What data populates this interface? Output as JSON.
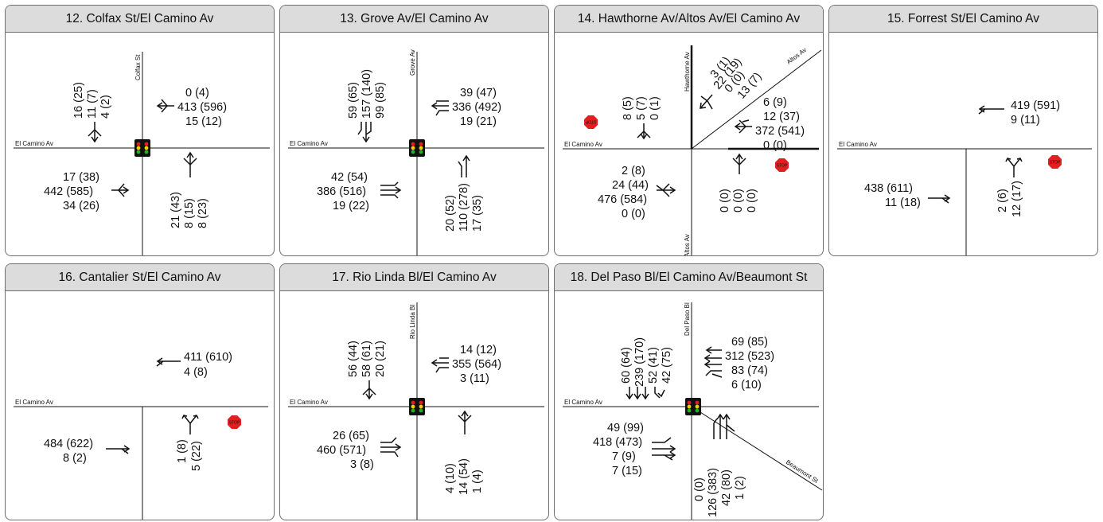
{
  "panels": [
    {
      "title": "12. Colfax St/El Camino Av",
      "main_street": "El Camino Av",
      "cross_street": "Colfax St",
      "control": "signal",
      "sb": [
        "16 (25)",
        "11 (7)",
        "4 (2)"
      ],
      "wb": [
        "0 (4)",
        "413 (596)",
        "15 (12)"
      ],
      "eb": [
        "17 (38)",
        "442 (585)",
        "34 (26)"
      ],
      "nb": [
        "21 (43)",
        "8 (15)",
        "8 (23)"
      ]
    },
    {
      "title": "13. Grove Av/El Camino Av",
      "main_street": "El Camino Av",
      "cross_street": "Grove Av",
      "control": "signal",
      "sb": [
        "59 (65)",
        "157 (140)",
        "99 (85)"
      ],
      "wb": [
        "39 (47)",
        "336 (492)",
        "19 (21)"
      ],
      "eb": [
        "42 (54)",
        "386 (516)",
        "19 (22)"
      ],
      "nb": [
        "20 (52)",
        "110 (278)",
        "17 (35)"
      ]
    },
    {
      "title": "14. Hawthorne Av/Altos Av/El Camino Av",
      "main_street": "El Camino Av",
      "cross_street": "Hawthorne Av",
      "cross_street_2": "Altos Av",
      "cross_street_3": "Altos Av",
      "control": "stop",
      "stop_label": "STOP",
      "sb": [
        "8 (5)",
        "5 (7)",
        "0 (1)"
      ],
      "sw": [
        "3 (1)",
        "22 (19)",
        "0 (0)",
        "13 (7)"
      ],
      "wb": [
        "6 (9)",
        "12 (37)",
        "372 (541)",
        "0 (0)"
      ],
      "eb": [
        "2 (8)",
        "24 (44)",
        "476 (584)",
        "0 (0)"
      ],
      "nb": [
        "0 (0)",
        "0 (0)",
        "0 (0)"
      ]
    },
    {
      "title": "15. Forrest St/El Camino Av",
      "main_street": "El Camino Av",
      "control": "stop",
      "stop_label": "STOP",
      "wb": [
        "419 (591)",
        "9 (11)"
      ],
      "eb": [
        "438 (611)",
        "11 (18)"
      ],
      "nb": [
        "2 (6)",
        "12 (17)"
      ]
    },
    {
      "title": "16. Cantalier St/El Camino Av",
      "main_street": "El Camino Av",
      "control": "stop",
      "stop_label": "STOP",
      "wb": [
        "411 (610)",
        "4 (8)"
      ],
      "eb": [
        "484 (622)",
        "8 (2)"
      ],
      "nb": [
        "1 (8)",
        "5 (22)"
      ]
    },
    {
      "title": "17. Rio Linda Bl/El Camino Av",
      "main_street": "El Camino Av",
      "cross_street": "Rio Linda Bl",
      "control": "signal",
      "sb": [
        "56 (44)",
        "58 (61)",
        "20 (21)"
      ],
      "wb": [
        "14 (12)",
        "355 (564)",
        "3 (11)"
      ],
      "eb": [
        "26 (65)",
        "460 (571)",
        "3 (8)"
      ],
      "nb": [
        "4 (10)",
        "14 (54)",
        "1 (4)"
      ]
    },
    {
      "title": "18. Del Paso Bl/El Camino Av/Beaumont St",
      "main_street": "El Camino Av",
      "cross_street": "Del Paso Bl",
      "cross_street_2": "Beaumont St",
      "control": "signal",
      "sb": [
        "60 (64)",
        "239 (170)",
        "52 (41)",
        "42 (75)"
      ],
      "wb": [
        "69 (85)",
        "312 (523)",
        "83 (74)",
        "6 (10)"
      ],
      "eb": [
        "49 (99)",
        "418 (473)",
        "7 (9)",
        "7 (15)"
      ],
      "nb": [
        "0 (0)",
        "126 (383)",
        "42 (80)",
        "1 (2)"
      ]
    }
  ]
}
